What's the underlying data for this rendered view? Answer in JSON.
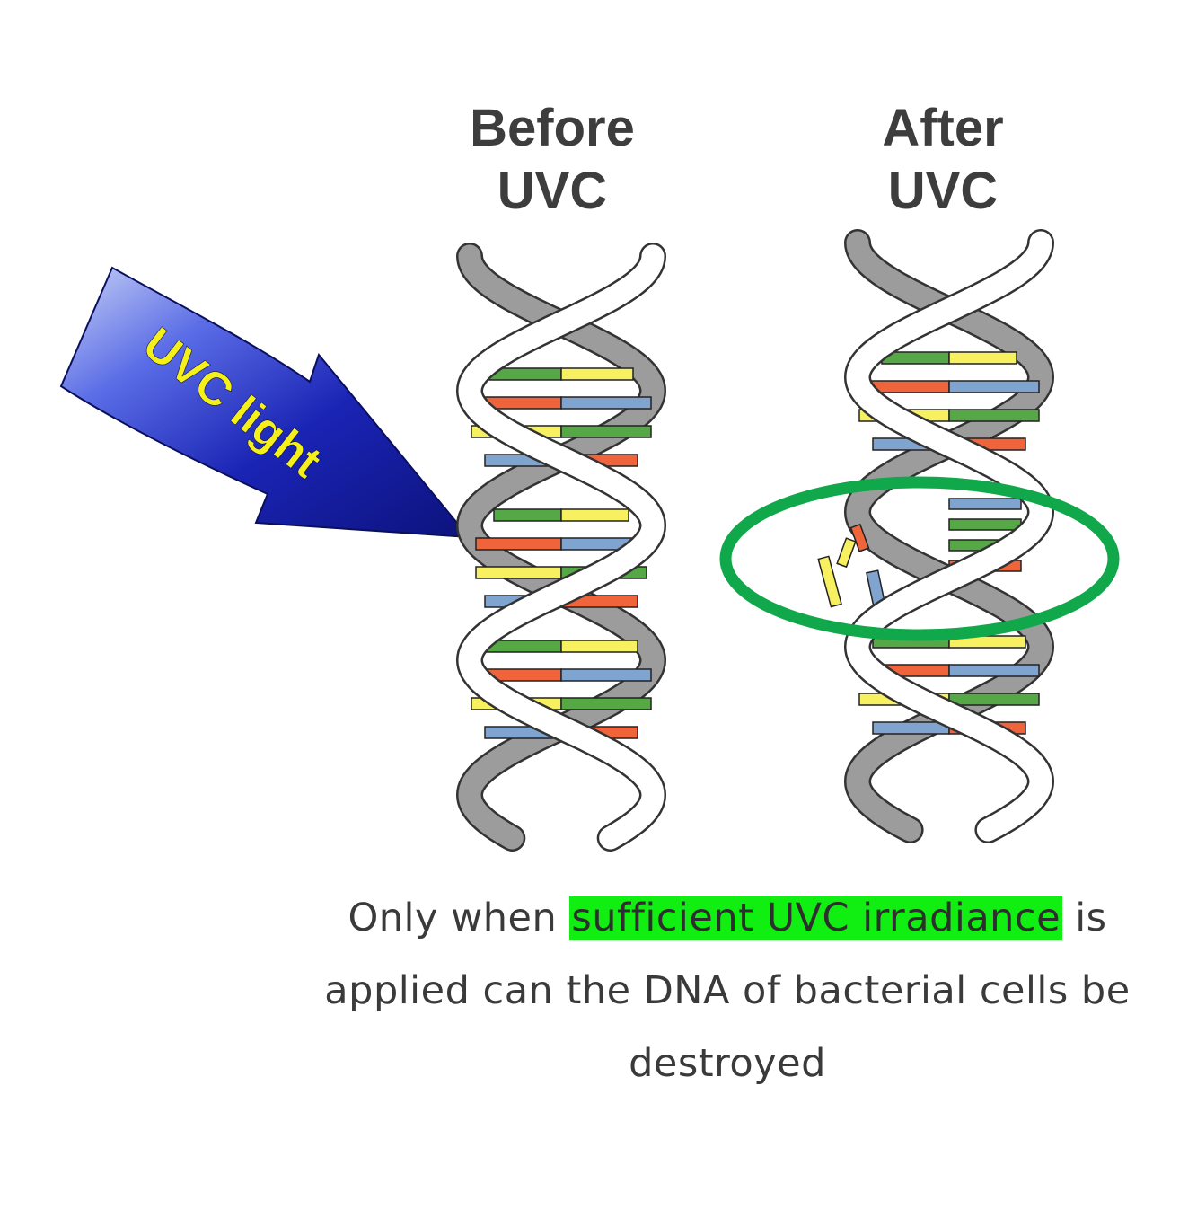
{
  "arrow": {
    "label": "UVC light",
    "fill_color": "#1f2bb0",
    "text_color": "#f5ef1a"
  },
  "before": {
    "line1": "Before",
    "line2": "UVC"
  },
  "after": {
    "line1": "After",
    "line2": "UVC"
  },
  "caption": {
    "pre": "Only when",
    "highlight": "sufficient UVC irradiance",
    "post": "is applied can the DNA of bacterial cells be destroyed",
    "highlight_color": "#11ee11"
  },
  "damage_marker_color": "#10a84a",
  "base_colors": {
    "green": "#55a845",
    "yellow": "#f7f060",
    "red": "#f0643c",
    "blue": "#7fa4cf"
  }
}
